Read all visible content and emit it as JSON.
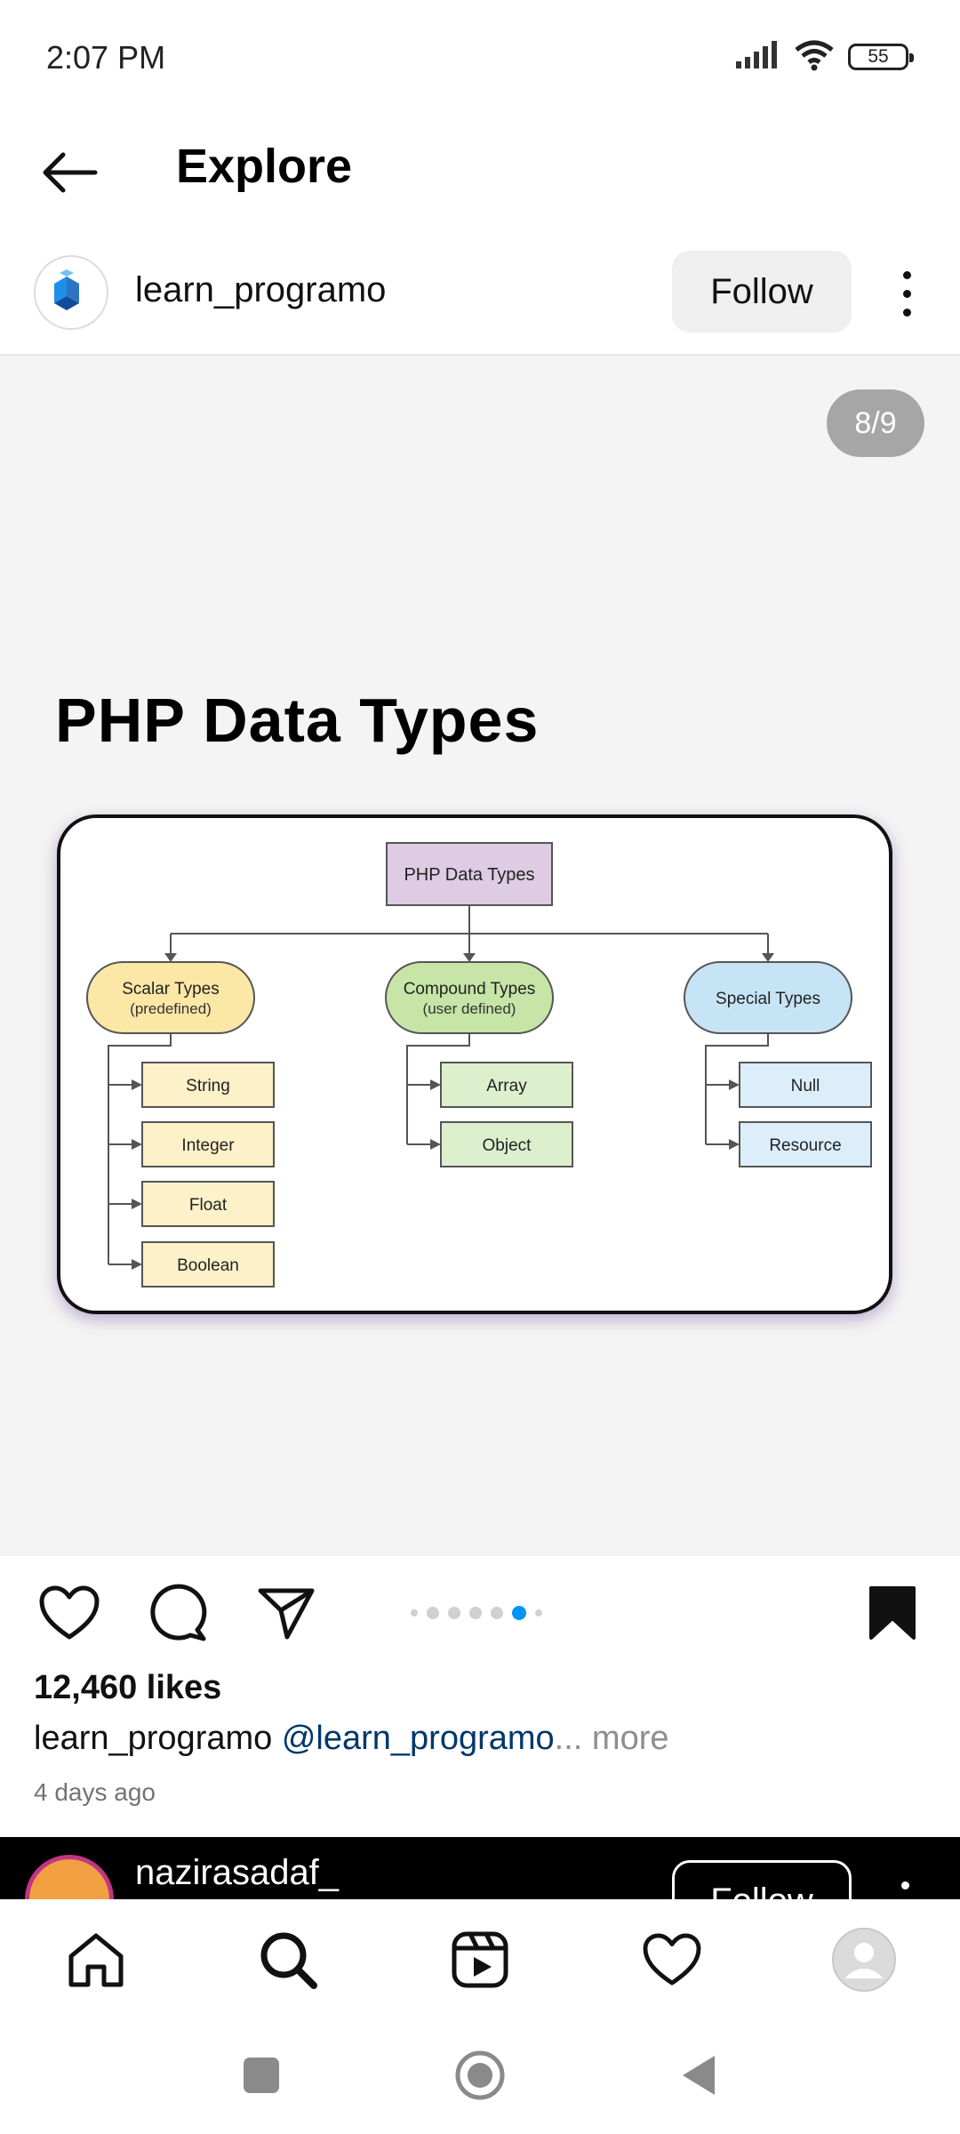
{
  "status": {
    "time": "2:07 PM",
    "battery": "55",
    "icons": [
      "signal-icon",
      "wifi-icon",
      "battery-icon"
    ]
  },
  "header": {
    "title": "Explore",
    "back_icon": "arrow-left-icon"
  },
  "post": {
    "username": "learn_programo",
    "follow_label": "Follow",
    "counter": "8/9",
    "carousel": {
      "count": 6,
      "active_index": 4
    },
    "slide": {
      "title": "PHP Data Types",
      "diagram": {
        "root": "PHP Data Types",
        "groups": [
          {
            "label": "Scalar Types",
            "sublabel": "(predefined)",
            "color": "#fbe7a6",
            "children": [
              "String",
              "Integer",
              "Float",
              "Boolean"
            ],
            "child_color": "#fdf1c9"
          },
          {
            "label": "Compound Types",
            "sublabel": "(user defined)",
            "color": "#c6e5a6",
            "children": [
              "Array",
              "Object"
            ],
            "child_color": "#dcf0cd"
          },
          {
            "label": "Special Types",
            "sublabel": "",
            "color": "#c7e4f6",
            "children": [
              "Null",
              "Resource"
            ],
            "child_color": "#dceefa"
          }
        ],
        "root_color": "#ddcce3"
      }
    },
    "likes": "12,460 likes",
    "caption": {
      "username": "learn_programo",
      "mention": "@learn_programo",
      "ellipsis": "...",
      "more": " more"
    },
    "time_ago": "4 days ago"
  },
  "next_post": {
    "username": "nazirasadaf_",
    "follow_label": "Follow"
  },
  "nav": {
    "items": [
      "home-icon",
      "search-icon",
      "reels-icon",
      "heart-icon",
      "profile-avatar"
    ]
  }
}
